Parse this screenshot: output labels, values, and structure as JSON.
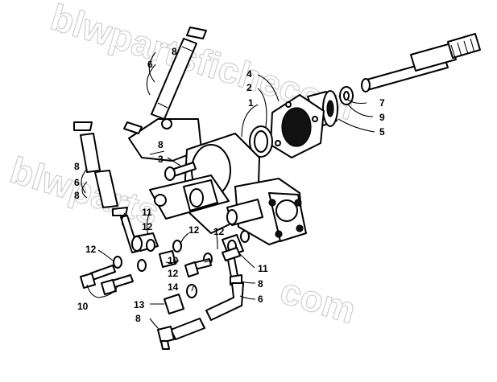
{
  "watermark": {
    "text_top": "blwpartsfichecom",
    "text_middle": "blwparts",
    "text_bottom": "com"
  },
  "callouts": {
    "c1": "1",
    "c2": "2",
    "c3": "3",
    "c4": "4",
    "c5": "5",
    "c6a": "6",
    "c6b": "6",
    "c6c": "6",
    "c7": "7",
    "c8a": "8",
    "c8b": "8",
    "c8c": "8",
    "c8d": "8",
    "c8e": "8",
    "c8f": "8",
    "c9": "9",
    "c10a": "10",
    "c10b": "10",
    "c11a": "11",
    "c11b": "11",
    "c12a": "12",
    "c12b": "12",
    "c12c": "12",
    "c12d": "12",
    "c12e": "12",
    "c13": "13",
    "c14": "14"
  }
}
